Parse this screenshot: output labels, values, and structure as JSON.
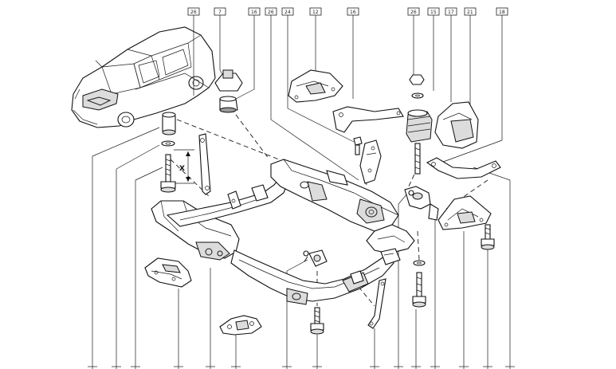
{
  "diagram": {
    "dimension_label": "X",
    "callouts_top": [
      "26",
      "7",
      "16",
      "26",
      "24",
      "12",
      "16",
      "26",
      "15",
      "17",
      "21",
      "18"
    ],
    "icons": {
      "vehicle": "car-silhouette-icon",
      "subframe": "front-subframe-drawing"
    }
  }
}
